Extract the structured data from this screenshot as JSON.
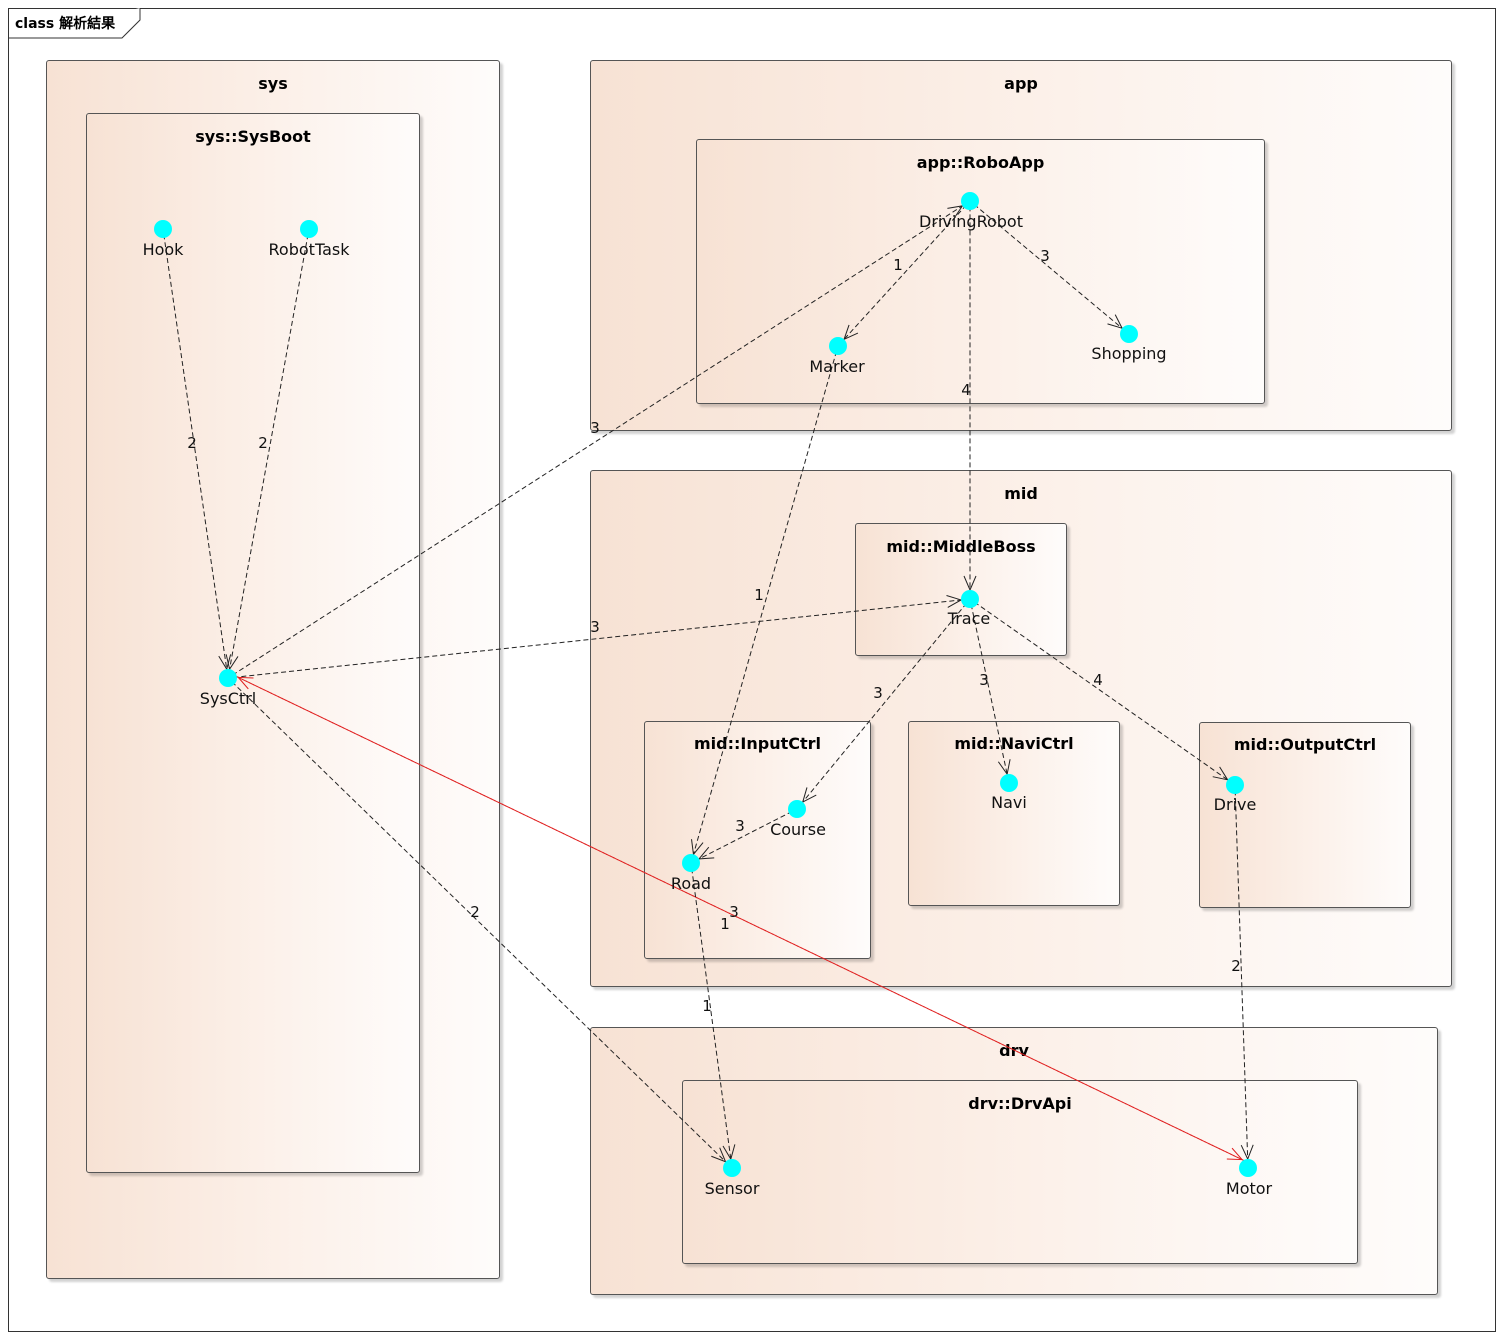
{
  "frame": {
    "title": "class 解析結果"
  },
  "packages": {
    "sys": {
      "title": "sys"
    },
    "sys_sysboot": {
      "title": "sys::SysBoot"
    },
    "app": {
      "title": "app"
    },
    "app_roboapp": {
      "title": "app::RoboApp"
    },
    "mid": {
      "title": "mid"
    },
    "mid_middleboss": {
      "title": "mid::MiddleBoss"
    },
    "mid_inputctrl": {
      "title": "mid::InputCtrl"
    },
    "mid_navictrl": {
      "title": "mid::NaviCtrl"
    },
    "mid_outputctrl": {
      "title": "mid::OutputCtrl"
    },
    "drv": {
      "title": "drv"
    },
    "drv_drvapi": {
      "title": "drv::DrvApi"
    }
  },
  "nodes": {
    "hook": "Hook",
    "robottask": "RobotTask",
    "sysctrl": "SysCtrl",
    "drivingrobot": "DrivingRobot",
    "marker": "Marker",
    "shopping": "Shopping",
    "trace": "Trace",
    "road": "Road",
    "course": "Course",
    "navi": "Navi",
    "drive": "Drive",
    "sensor": "Sensor",
    "motor": "Motor"
  },
  "colors": {
    "node": "#00ffff",
    "dependency": "#222222",
    "cyclic_dependency": "#e02020"
  },
  "dependencies": [
    {
      "from": "hook",
      "to": "sysctrl",
      "label": "2",
      "color": "dependency"
    },
    {
      "from": "robottask",
      "to": "sysctrl",
      "label": "2",
      "color": "dependency"
    },
    {
      "from": "sysctrl",
      "to": "drivingrobot",
      "label": "3",
      "color": "dependency"
    },
    {
      "from": "sysctrl",
      "to": "trace",
      "label": "3",
      "color": "dependency"
    },
    {
      "from": "sysctrl",
      "to": "sensor",
      "label": "2",
      "color": "dependency"
    },
    {
      "from": "sysctrl",
      "to": "motor",
      "label": "3",
      "color": "cyclic_dependency"
    },
    {
      "from": "motor",
      "to": "sysctrl",
      "label": "1",
      "color": "cyclic_dependency"
    },
    {
      "from": "drivingrobot",
      "to": "marker",
      "label": "1",
      "color": "dependency"
    },
    {
      "from": "drivingrobot",
      "to": "shopping",
      "label": "3",
      "color": "dependency"
    },
    {
      "from": "drivingrobot",
      "to": "trace",
      "label": "4",
      "color": "dependency"
    },
    {
      "from": "marker",
      "to": "road",
      "label": "1",
      "color": "dependency"
    },
    {
      "from": "trace",
      "to": "course",
      "label": "3",
      "color": "dependency"
    },
    {
      "from": "trace",
      "to": "navi",
      "label": "3",
      "color": "dependency"
    },
    {
      "from": "trace",
      "to": "drive",
      "label": "4",
      "color": "dependency"
    },
    {
      "from": "course",
      "to": "road",
      "label": "3",
      "color": "dependency"
    },
    {
      "from": "road",
      "to": "sensor",
      "label": "1",
      "color": "dependency"
    },
    {
      "from": "drive",
      "to": "motor",
      "label": "2",
      "color": "dependency"
    }
  ]
}
